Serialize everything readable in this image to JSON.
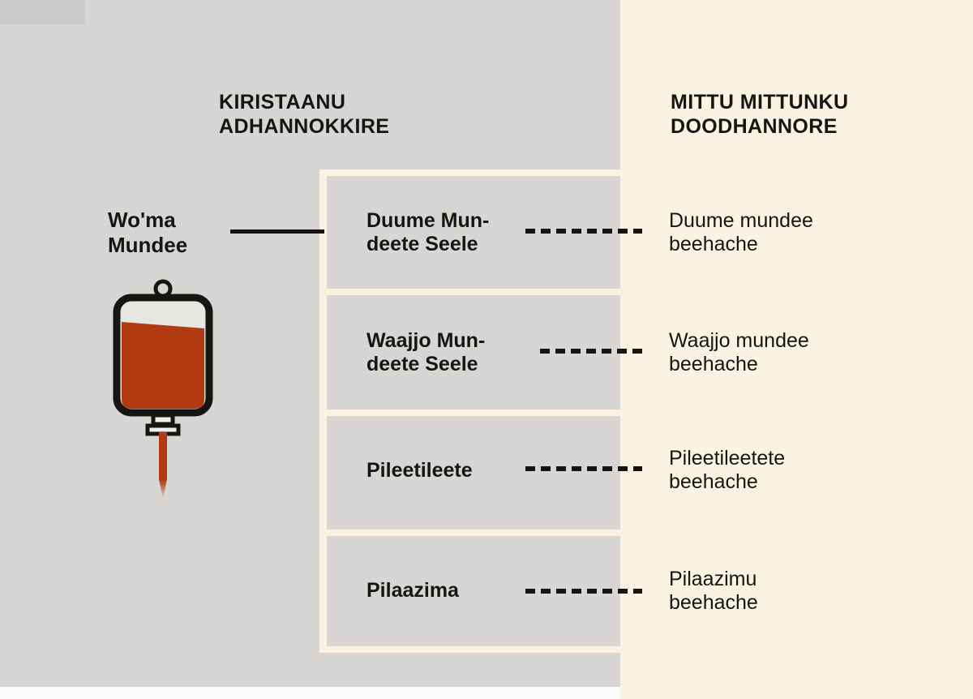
{
  "colors": {
    "background_left": "#d7d6d4",
    "background_right": "#faf3e1",
    "divider_cream": "#faf3e1",
    "ink": "#161512",
    "blood_red": "#b13a10"
  },
  "headers": {
    "left": "KIRISTAANU\nADHANNOKKIRE",
    "right": "MITTU MITTUNKU\nDOODHANNORE"
  },
  "source": {
    "label": "Wo'ma\nMundee",
    "icon": "blood-bag-icon"
  },
  "rows": [
    {
      "left": "Duume Mun-\ndeete Seele",
      "right": "Duume mundee\nbeehache"
    },
    {
      "left": "Waajjo Mun-\ndeete Seele",
      "right": "Waajjo mundee\nbeehache"
    },
    {
      "left": "Pileetileete",
      "right": "Pileetileetete\nbeehache"
    },
    {
      "left": "Pilaazima",
      "right": "Pilaazimu\nbeehache"
    }
  ]
}
